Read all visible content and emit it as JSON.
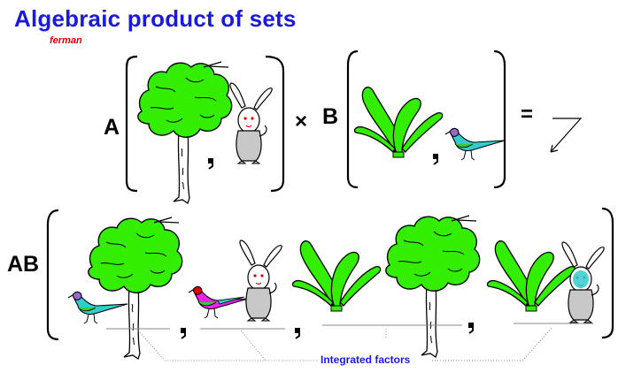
{
  "title": "Algebraic product of sets",
  "author": "ferman",
  "labels": {
    "set_a": "A",
    "set_b": "B",
    "product": "AB",
    "times": "×",
    "equals": "="
  },
  "caption": "Integrated factors",
  "colors": {
    "title": "#1a1adf",
    "author": "#e00000",
    "leaf": "#33ee00",
    "rabbit": "#c8c8c8",
    "bird_cyan": "#33cccc",
    "bird_magenta": "#ee22ee"
  },
  "icons": {
    "tree": "tree-icon",
    "rabbit": "rabbit-icon",
    "plant": "plant-icon",
    "bird": "bird-icon",
    "arrow": "down-left-arrow-icon"
  }
}
